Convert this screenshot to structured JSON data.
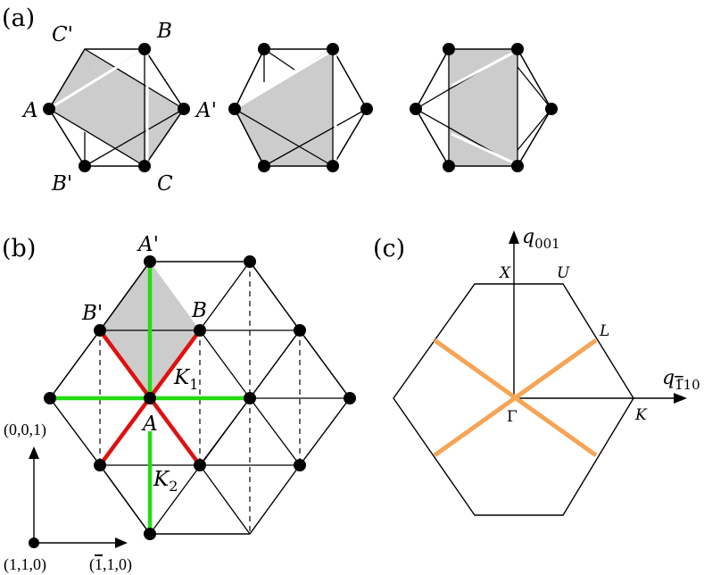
{
  "panels": {
    "a": "(a)",
    "b": "(b)",
    "c": "(c)"
  },
  "panel_a": {
    "vertex_labels": {
      "C_prime": "C'",
      "B": "B",
      "A": "A",
      "A_prime": "A'",
      "B_prime": "B'",
      "C": "C"
    }
  },
  "panel_b": {
    "vertex_labels": {
      "A_prime": "A'",
      "B_prime": "B'",
      "B": "B",
      "A": "A"
    },
    "bond_labels": {
      "K1_main": "K",
      "K1_sub": "1",
      "K2_main": "K",
      "K2_sub": "2"
    },
    "axes": {
      "vertical": "(0,0,1)",
      "origin": "(1,1,0)",
      "horizontal_prefix": "(",
      "horizontal_bar": "1",
      "horizontal_suffix": ",1,0)"
    }
  },
  "panel_c": {
    "axis_y_main": "q",
    "axis_y_sub": "001",
    "axis_x_main": "q",
    "axis_x_sub_bar": "1",
    "axis_x_sub_rest": "10",
    "points": {
      "X": "X",
      "U": "U",
      "L": "L",
      "K": "K",
      "Gamma": "Γ"
    }
  },
  "colors": {
    "shade": "#cccccc",
    "green": "#22dd11",
    "red": "#dd1111",
    "orange": "#f6a555",
    "line": "#000000"
  }
}
